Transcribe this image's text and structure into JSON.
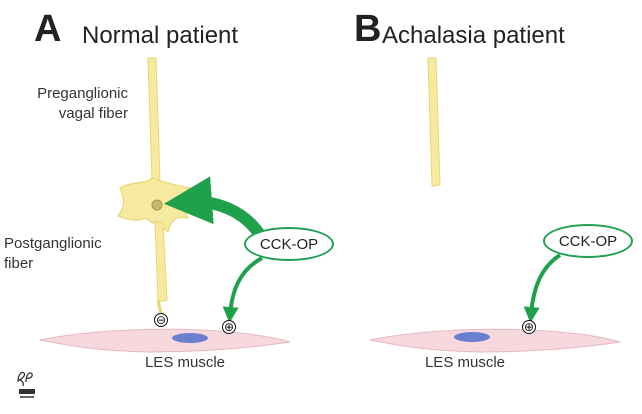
{
  "panels": [
    {
      "letter": "A",
      "title": "Normal patient",
      "labels": {
        "preganglionic": "Preganglionic\nvagal fiber",
        "postganglionic": "Postganglionic\nfiber",
        "muscle": "LES muscle",
        "hormone": "CCK-OP"
      },
      "signs": {
        "inhibitory": "⊖",
        "excitatory": "⊕"
      }
    },
    {
      "letter": "B",
      "title": "Achalasia patient",
      "labels": {
        "muscle": "LES muscle",
        "hormone": "CCK-OP"
      },
      "signs": {
        "excitatory": "⊕"
      }
    }
  ],
  "colors": {
    "nerve": "#f5eaa0",
    "nerve_outline": "#e8d870",
    "arrow": "#1fa04a",
    "muscle": "#f6d8de",
    "nucleus": "#6a7fd0"
  },
  "icons": {
    "logo": "rp-ccf-signature-logo"
  }
}
